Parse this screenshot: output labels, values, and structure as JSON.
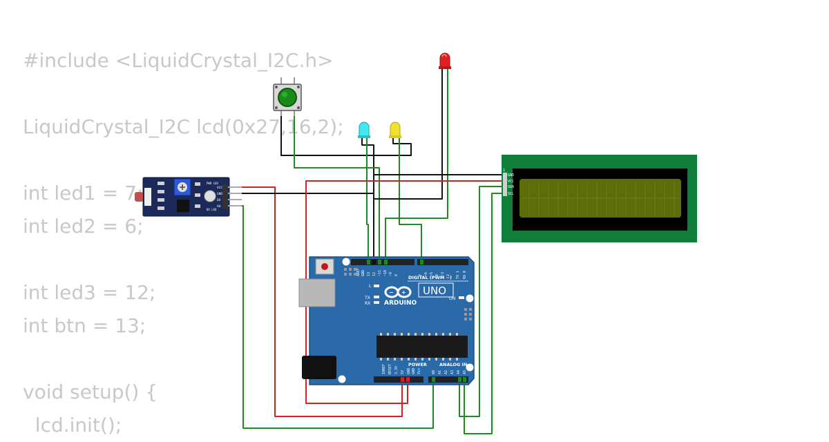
{
  "code_lines": [
    "#include <LiquidCrystal_I2C.h>",
    "",
    "LiquidCrystal_I2C lcd(0x27,16,2);",
    "",
    "int led1 = 7;",
    "int led2 = 6;",
    "",
    "int led3 = 12;",
    "int btn = 13;",
    "",
    "void setup() {",
    "  lcd.init();"
  ],
  "arduino": {
    "brand": "ARDUINO",
    "model": "UNO",
    "digital_header": "DIGITAL (PWM ~)",
    "power_header": "POWER",
    "analog_header": "ANALOG IN",
    "on_label": "ON",
    "l_label": "L",
    "tx_label": "TX",
    "rx_label": "RX",
    "aref_label": "AREF",
    "gnd_label": "GND",
    "pin_labels_digital": [
      "13",
      "12",
      "~11",
      "~10",
      "~9",
      "8",
      "7",
      "~6",
      "~5",
      "4",
      "~3",
      "2",
      "TX 1",
      "RX 0"
    ],
    "pin_labels_power": [
      "IOREF",
      "RESET",
      "3.3V",
      "5V",
      "GND",
      "GND",
      "Vin"
    ],
    "pin_labels_analog": [
      "A0",
      "A1",
      "A2",
      "A3",
      "A4",
      "A5"
    ]
  },
  "lcd": {
    "pins": [
      "GND",
      "VCC",
      "SDA",
      "SCL"
    ],
    "pin_one": "1"
  },
  "sensor": {
    "pins": [
      "VCC",
      "GND",
      "DO",
      "AO"
    ],
    "led_labels": [
      "PWR LED",
      "DO LED"
    ]
  },
  "components": {
    "led_red_color": "#e02020",
    "led_cyan_color": "#40e8f0",
    "led_yellow_color": "#f0e030",
    "button_cap_color": "#1a8a1a"
  },
  "wire_colors": {
    "black": "#111111",
    "red": "#d42020",
    "green": "#1e8a1e"
  }
}
